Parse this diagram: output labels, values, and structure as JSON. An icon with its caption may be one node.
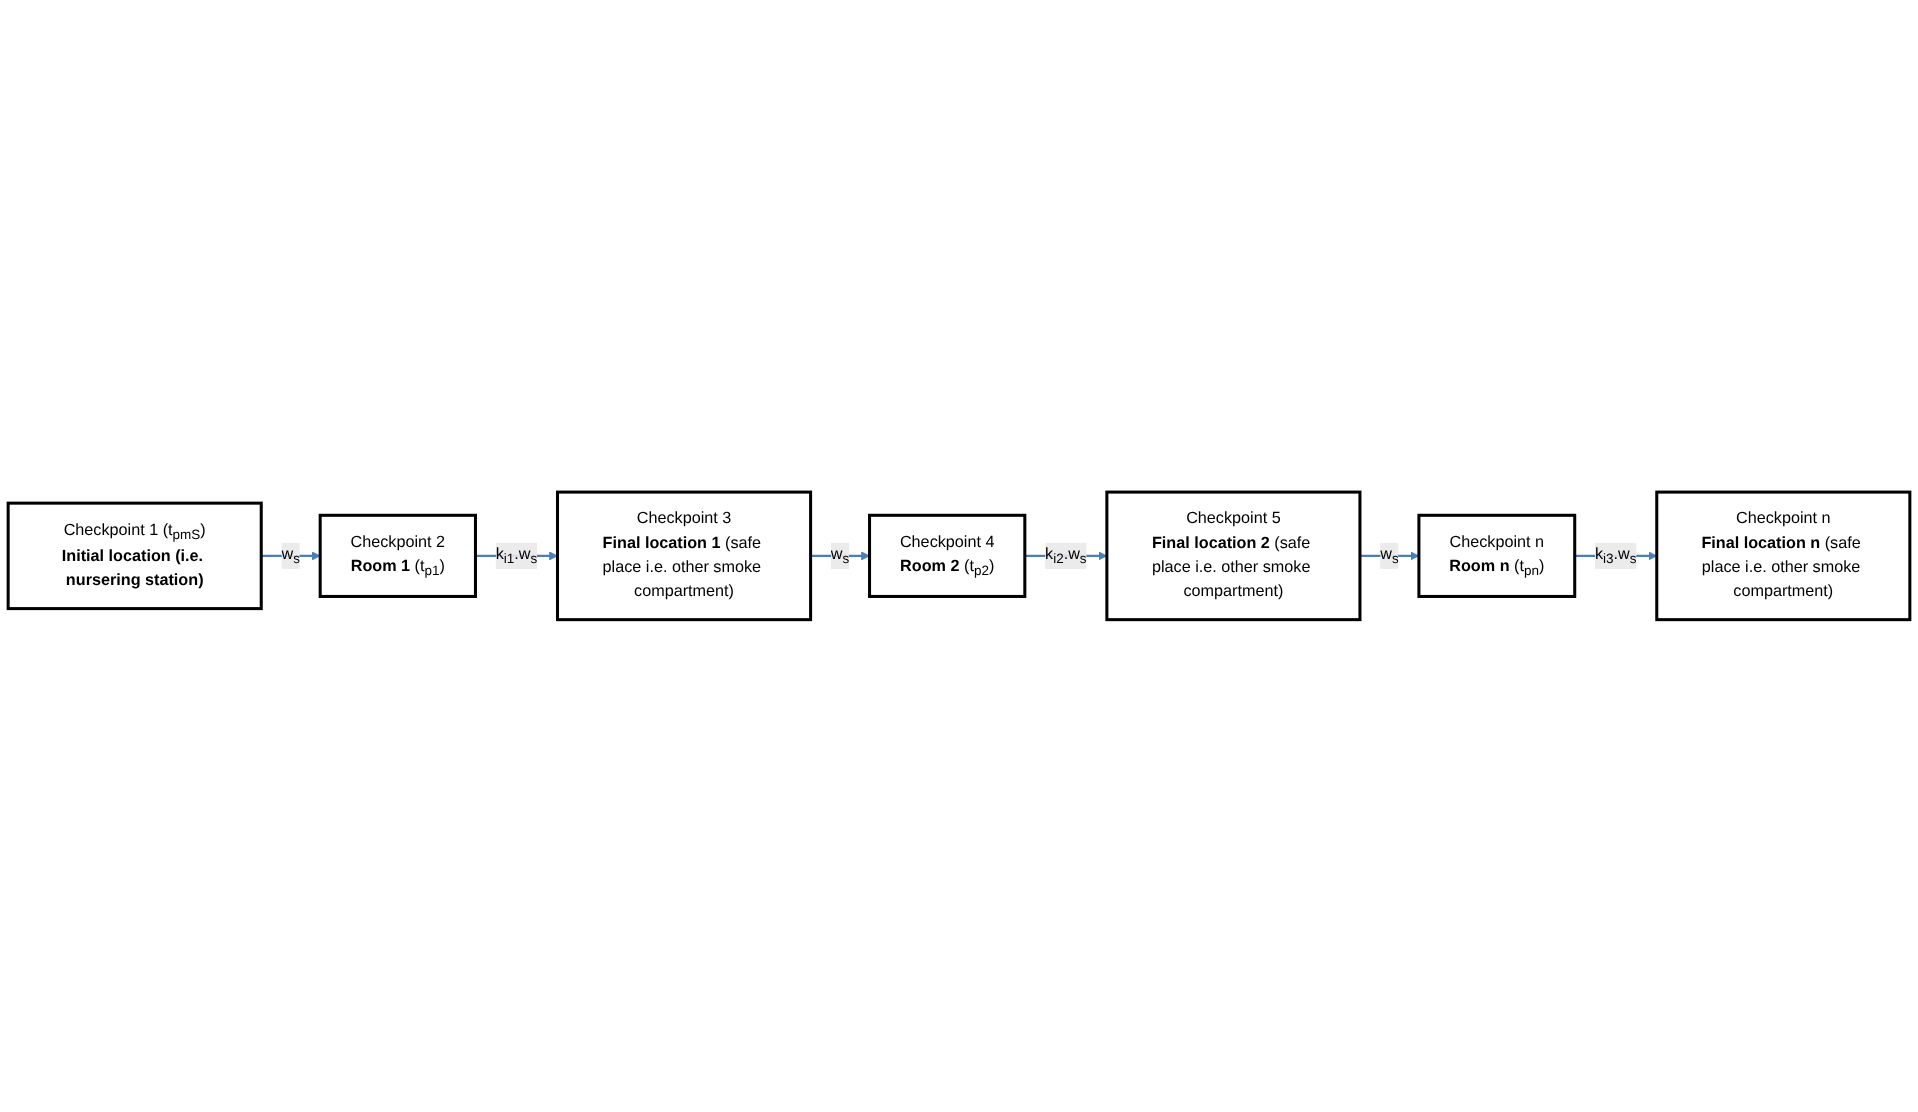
{
  "diagram": {
    "nodes": [
      {
        "text": [
          "Checkpoint 1 (t$_{pm}$$_{S}$)",
          "Initial location (i.e. nursering station)"
        ]
      },
      {
        "text": [
          "Checkpoint 2",
          "**Room 1** (t$_{p1}$)"
        ]
      },
      {
        "text": [
          "Checkpoint 3",
          "**Final location 1** (safe place i.e. other smoke compartment)"
        ]
      },
      {
        "text": [
          "Checkpoint 4",
          "**Room 2** (t$_{p2}$)"
        ]
      },
      {
        "text": [
          "Checkpoint 5",
          "**Final location 2** (safe place i.e. other smoke compartment)"
        ]
      },
      {
        "text": [
          "Checkpoint n",
          "**Room n** (t$_{pn}$)"
        ]
      },
      {
        "text": [
          "Checkpoint n",
          "**Final location n** (safe place i.e. other smoke compartment)"
        ]
      }
    ],
    "edges": [
      {
        "from": 0,
        "to": 1,
        "arrow": "to",
        "label": "w$_{s}$"
      },
      {
        "from": 1,
        "to": 2,
        "arrow": "to",
        "label": "k$_{i1}$.w$_{s}$"
      },
      {
        "from": 2,
        "to": 3,
        "arrow": "to",
        "label": "w$_{s}$"
      },
      {
        "from": 3,
        "to": 4,
        "arrow": "to",
        "label": "k$_{i2}$.w$_{s}$"
      },
      {
        "from": 4,
        "to": 5,
        "arrow": "to",
        "label": "w$_{s}$"
      },
      {
        "from": 5,
        "to": 6,
        "arrow": "to",
        "label": "k$_{i3}$.w$_{s}$"
      }
    ]
  }
}
